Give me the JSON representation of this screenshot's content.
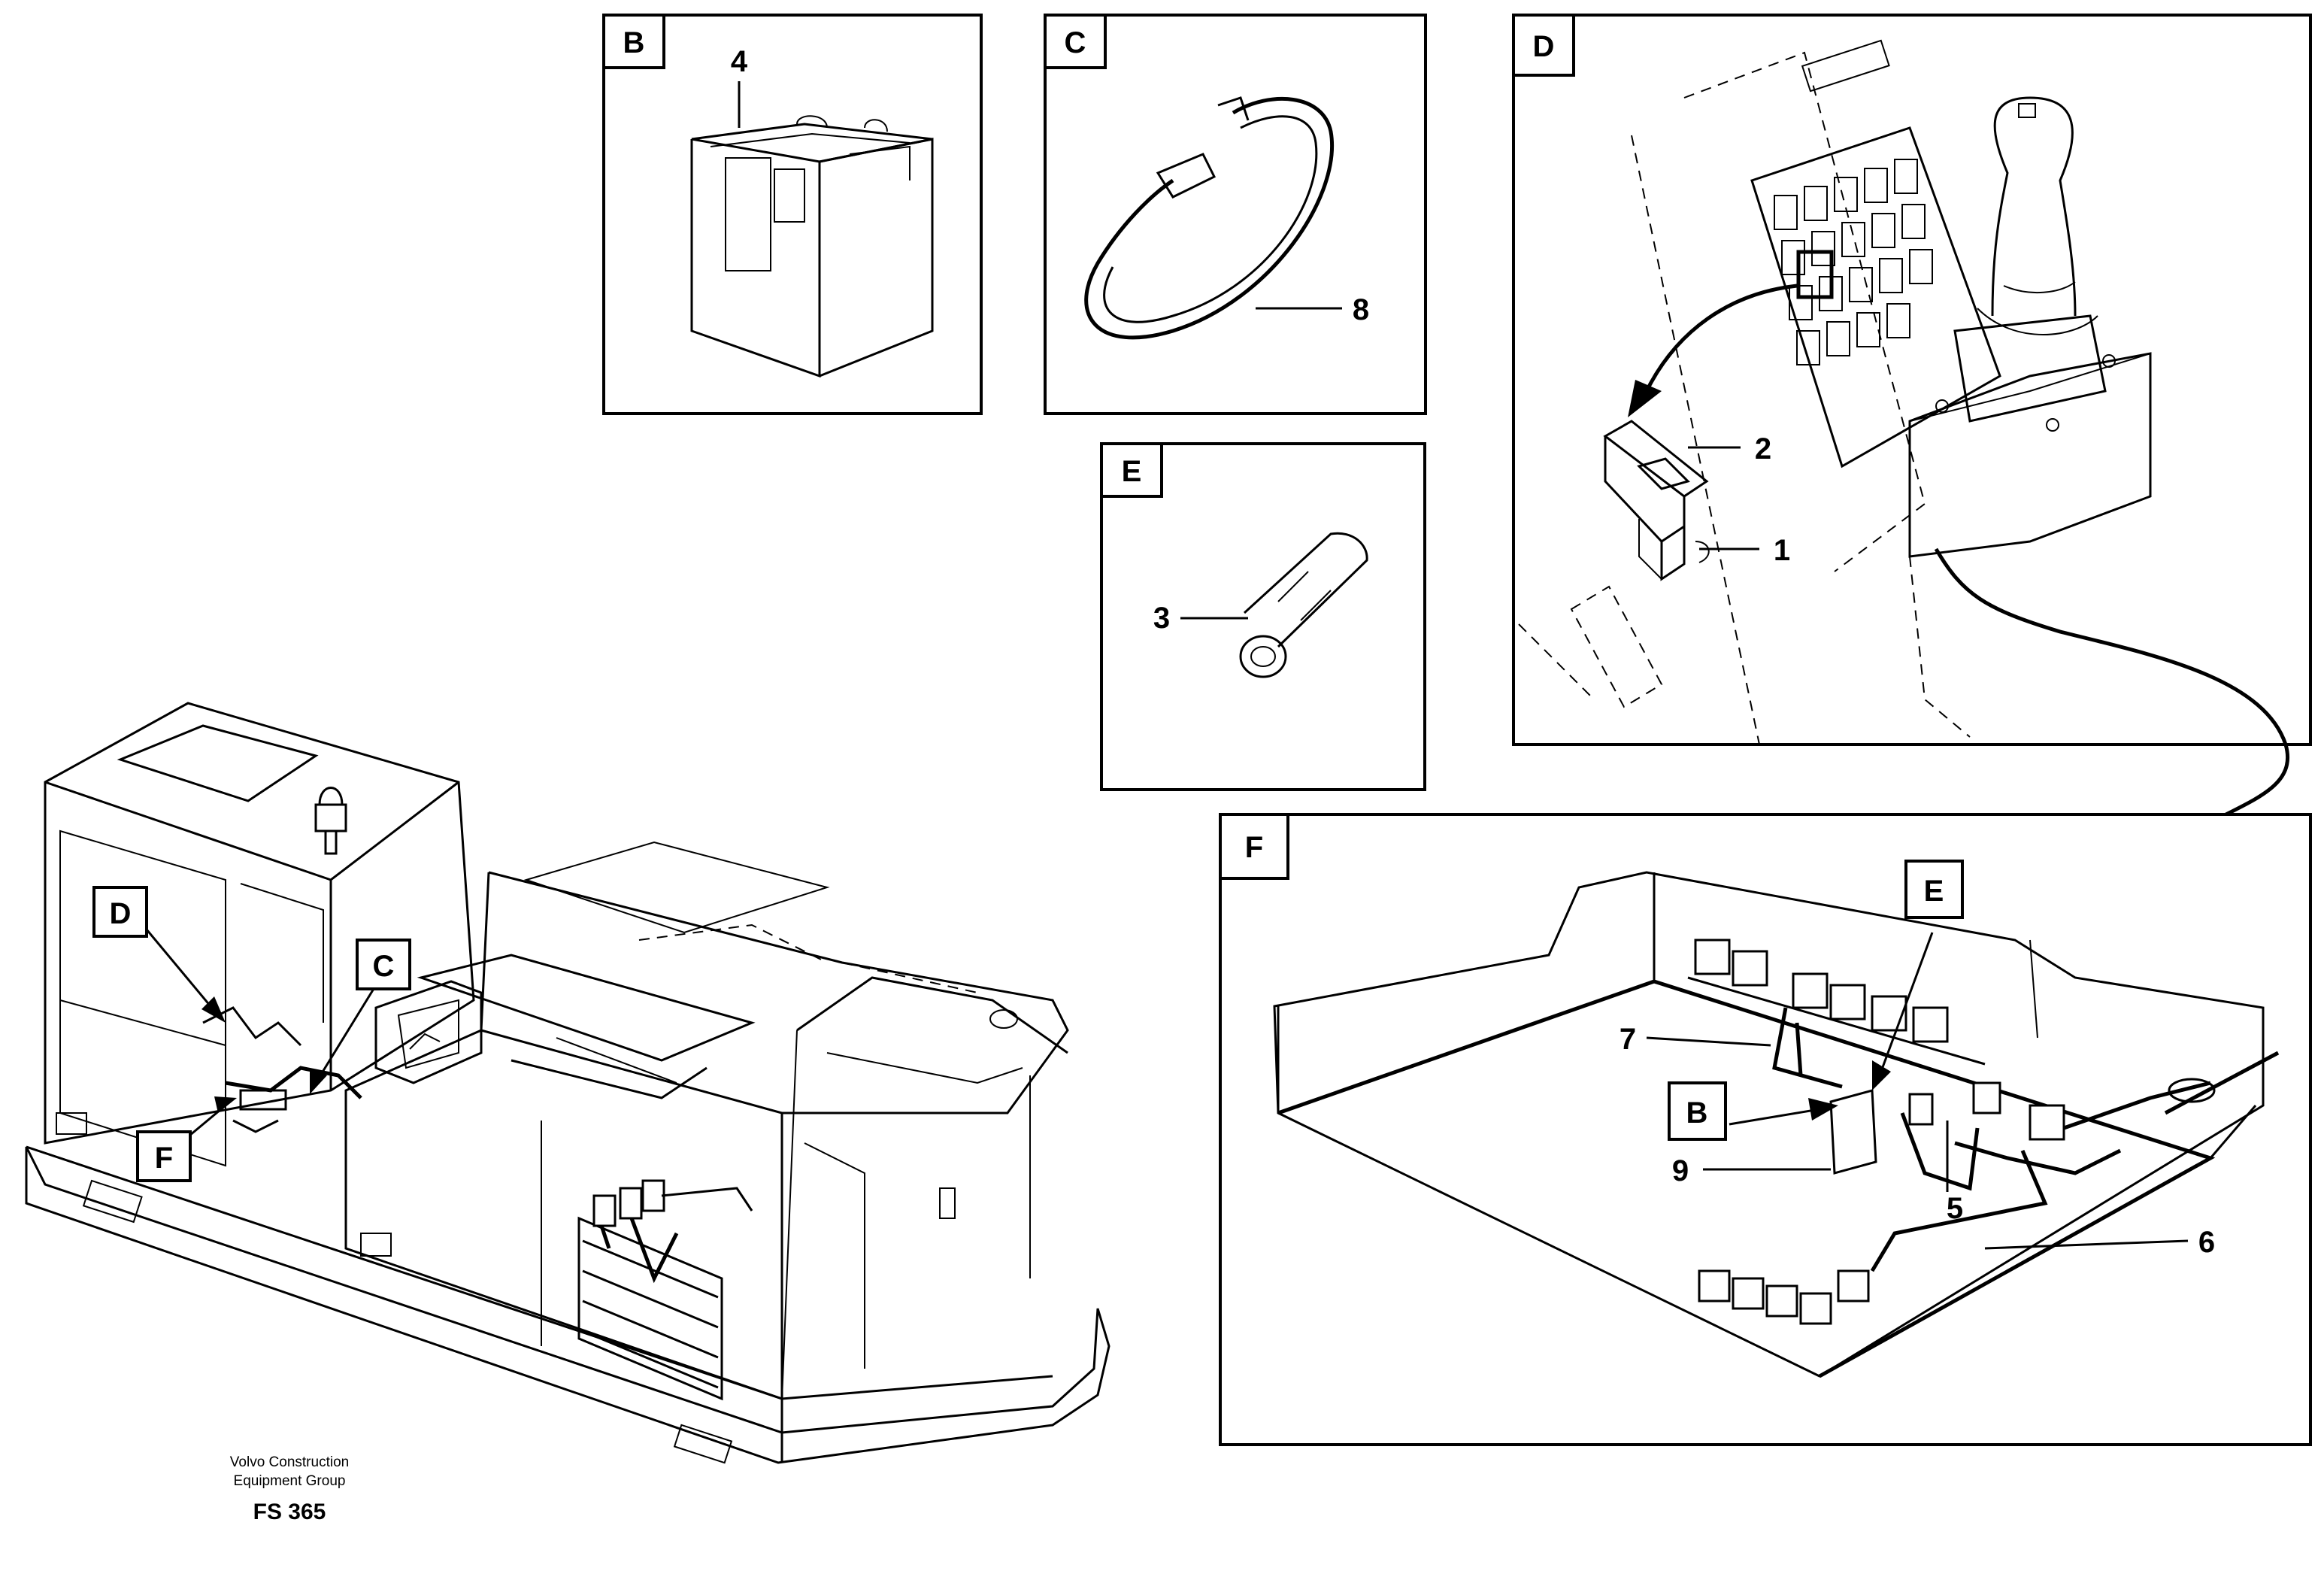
{
  "panels": {
    "B": {
      "tag": "B",
      "callouts": [
        "4"
      ]
    },
    "C": {
      "tag": "C",
      "callouts": [
        "8"
      ]
    },
    "D": {
      "tag": "D",
      "callouts": [
        "2",
        "1"
      ]
    },
    "E": {
      "tag": "E",
      "callouts": [
        "3"
      ]
    },
    "F": {
      "tag": "F",
      "callouts": [
        "7",
        "9",
        "5",
        "6"
      ],
      "refs": [
        "E",
        "B"
      ]
    }
  },
  "overview": {
    "refs": [
      "D",
      "C",
      "F"
    ]
  },
  "caption": {
    "line1": "Volvo Construction",
    "line2": "Equipment Group",
    "code": "FS 365"
  },
  "icons": [
    "relay-icon",
    "cable-tie-icon",
    "splice-connector-icon",
    "rocker-switch-icon",
    "joystick-icon",
    "excavator-icon",
    "beacon-icon"
  ]
}
